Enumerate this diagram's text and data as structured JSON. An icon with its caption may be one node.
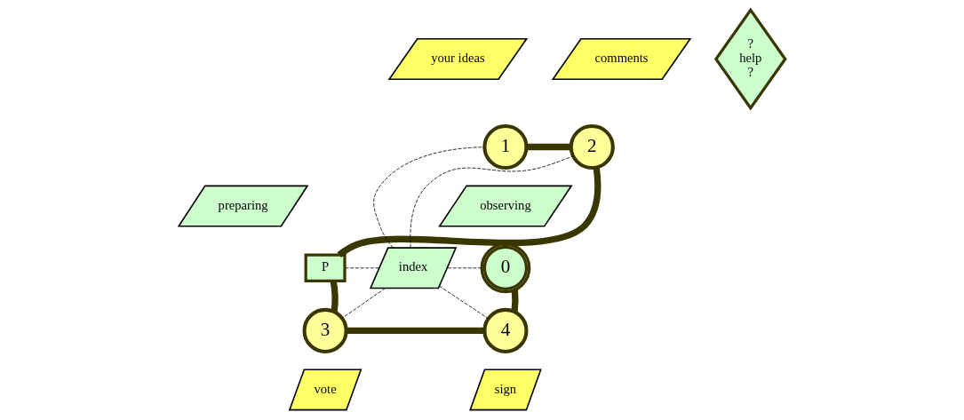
{
  "diagram": {
    "nodes": [
      {
        "text": [
          "your ideas"
        ]
      },
      {
        "text": [
          "1"
        ]
      },
      {
        "text": [
          "comments"
        ]
      },
      {
        "text": [
          "2"
        ]
      },
      {
        "text": [
          "?",
          "help",
          "?"
        ]
      },
      {
        "text": [
          "observing"
        ]
      },
      {
        "text": [
          "0"
        ]
      },
      {
        "text": [
          "index"
        ]
      },
      {
        "text": [
          "preparing"
        ]
      },
      {
        "text": [
          "P"
        ]
      },
      {
        "text": [
          "4"
        ]
      },
      {
        "text": [
          "3"
        ]
      },
      {
        "text": [
          "sign"
        ]
      },
      {
        "text": [
          "vote"
        ]
      }
    ],
    "edges": [
      {
        "from": 1,
        "to": 3,
        "arrow": "none",
        "style": "thick",
        "color": "#3a3600"
      },
      {
        "from": 3,
        "to": 9,
        "arrow": "none",
        "style": "thick",
        "color": "#3a3600"
      },
      {
        "from": 9,
        "to": 11,
        "arrow": "none",
        "style": "thick",
        "color": "#3a3600"
      },
      {
        "from": 11,
        "to": 10,
        "arrow": "none",
        "style": "thick",
        "color": "#3a3600"
      },
      {
        "from": 10,
        "to": 6,
        "arrow": "none",
        "style": "thick",
        "color": "#3a3600"
      },
      {
        "from": 7,
        "to": 1,
        "arrow": "none",
        "style": "dashed"
      },
      {
        "from": 7,
        "to": 3,
        "arrow": "none",
        "style": "dashed"
      },
      {
        "from": 6,
        "to": 7,
        "arrow": "none",
        "style": "dashed"
      },
      {
        "from": 7,
        "to": 9,
        "arrow": "none",
        "style": "dashed"
      },
      {
        "from": 7,
        "to": 10,
        "arrow": "none",
        "style": "dashed"
      },
      {
        "from": 7,
        "to": 11,
        "arrow": "none",
        "style": "dashed"
      }
    ]
  }
}
